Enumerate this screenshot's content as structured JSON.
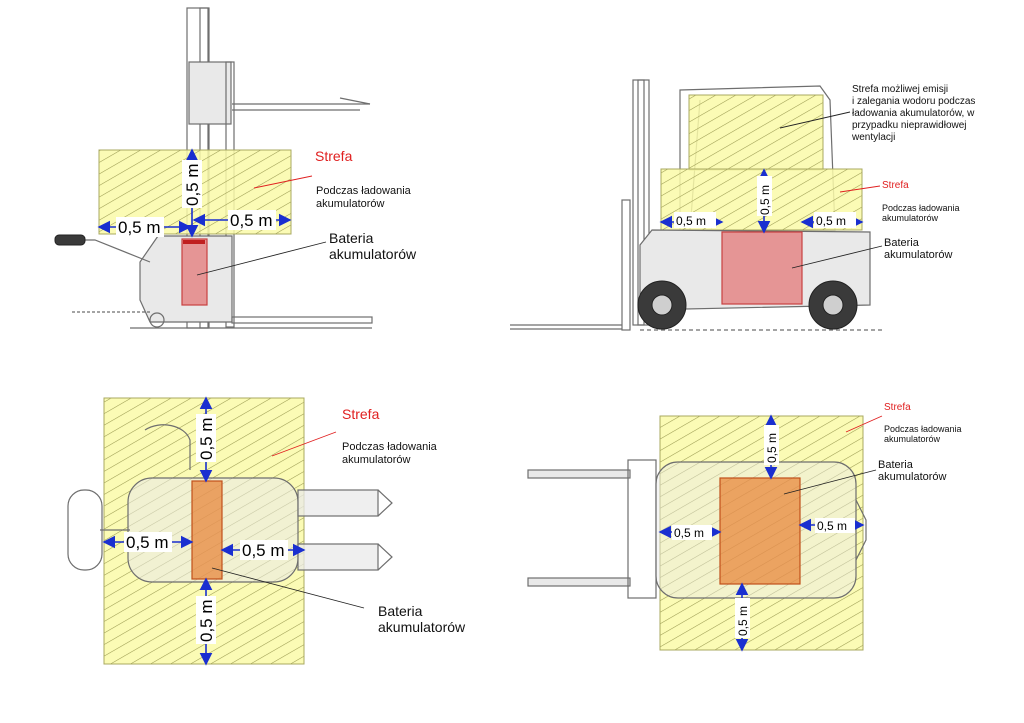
{
  "labels": {
    "strefa": "Strefa",
    "podczas_line1": "Podczas ładowania",
    "podczas_line2": "akumulatorów",
    "podczas_small": "Podczas ładowania",
    "bateria_line1": "Bateria",
    "bateria_line2": "akumulatorów",
    "dim": "0,5 m",
    "emission": [
      "Strefa możliwej emisji",
      "i zalegania wodoru podczas",
      "ładowania akumulatorów, w",
      "przypadku nieprawidłowej",
      "wentylacji"
    ]
  },
  "colors": {
    "zone_fill": "#fafaa8",
    "zone_hatch": "#9a9a50",
    "battery": "#e25050",
    "battery_top_view": "#e67828",
    "dimension_arrow": "#1a2fd0",
    "zone_title": "#e02020"
  }
}
